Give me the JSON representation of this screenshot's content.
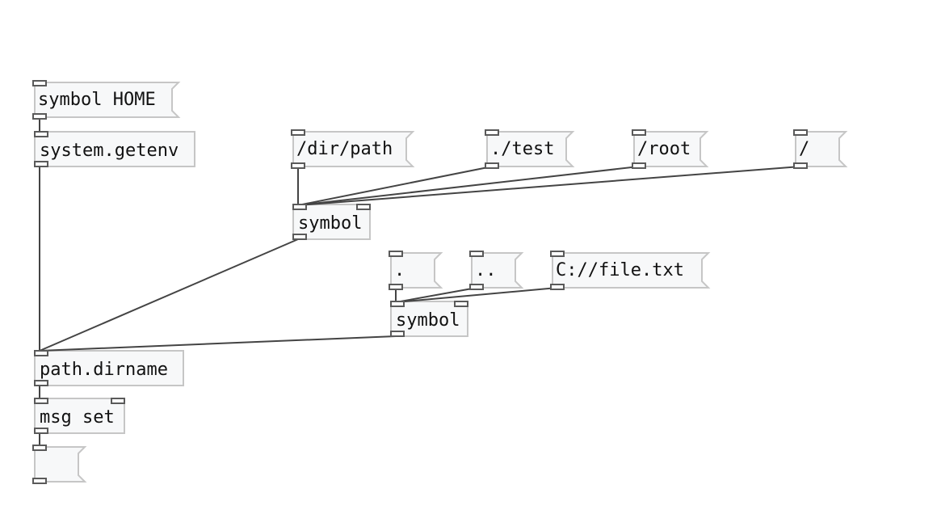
{
  "patch": {
    "msg_symbol_home": "symbol HOME",
    "obj_system_getenv": "system.getenv",
    "msg_dir_path": "/dir/path",
    "msg_test": "./test",
    "msg_root": "/root",
    "msg_slash": "/",
    "obj_symbol_1": "symbol",
    "msg_dot": ".",
    "msg_dotdot": "..",
    "msg_c_file": "C://file.txt",
    "obj_symbol_2": "symbol",
    "obj_path_dirname": "path.dirname",
    "obj_msg_set": "msg set",
    "msg_output": ""
  }
}
